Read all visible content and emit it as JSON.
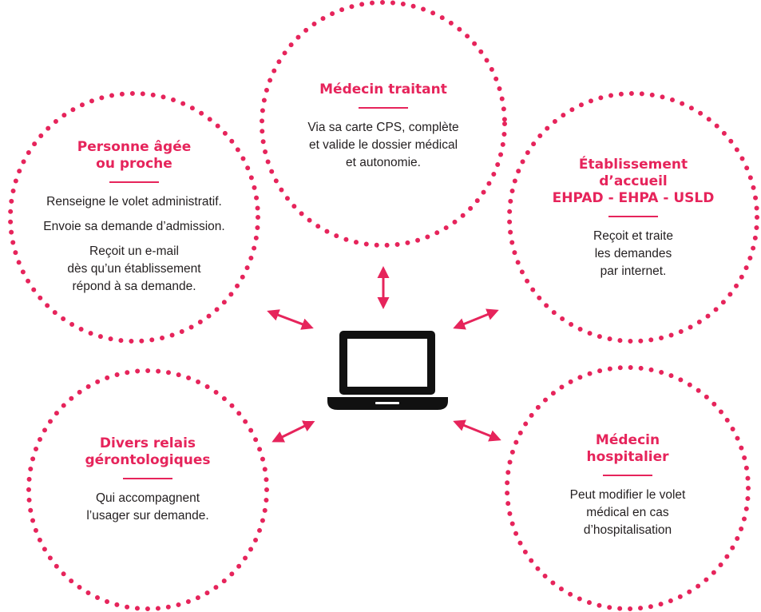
{
  "colors": {
    "accent": "#e6245b",
    "text": "#231f20",
    "laptop": "#111111"
  },
  "center_icon": "laptop-icon",
  "nodes": {
    "medecin_traitant": {
      "title": [
        "Médecin traitant"
      ],
      "body": [
        "Via sa carte CPS, complète",
        "et valide le dossier médical",
        "et autonomie."
      ]
    },
    "personne_agee": {
      "title": [
        "Personne âgée",
        "ou proche"
      ],
      "body": [
        "Renseigne le volet administratif.",
        "Envoie sa demande d’admission.",
        "Reçoit un e-mail",
        "dès qu’un établissement",
        "répond à sa demande."
      ]
    },
    "etablissement": {
      "title": [
        "Établissement",
        "d’accueil",
        "EHPAD - EHPA - USLD"
      ],
      "body": [
        "Reçoit et traite",
        "les demandes",
        "par internet."
      ]
    },
    "relais": {
      "title": [
        "Divers relais",
        "gérontologiques"
      ],
      "body": [
        "Qui accompagnent",
        "l’usager sur demande."
      ]
    },
    "medecin_hospitalier": {
      "title": [
        "Médecin",
        "hospitalier"
      ],
      "body": [
        "Peut modifier le volet",
        "médical en cas",
        "d’hospitalisation"
      ]
    }
  }
}
